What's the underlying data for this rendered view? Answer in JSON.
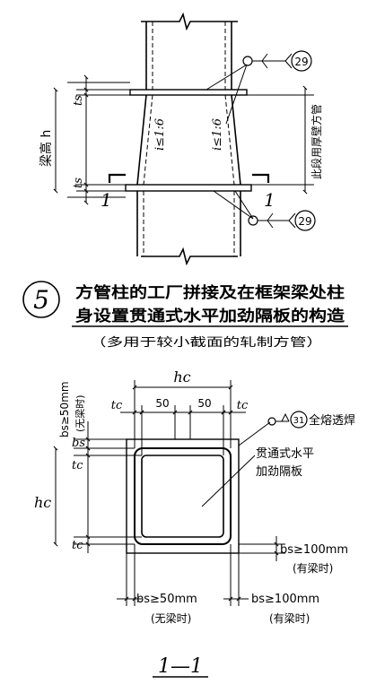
{
  "top_detail": {
    "beam_height_label": "梁高 h",
    "ts_top": "ts",
    "ts_bottom": "ts",
    "slope_left": "i≤1:6",
    "slope_right": "i≤1:6",
    "side_note": "此段用厚壁方管",
    "section_mark_left": "1",
    "section_mark_right": "1",
    "weld_ref_top": "29",
    "weld_ref_bottom": "29"
  },
  "title_block": {
    "number": "5",
    "line1": "方管柱的工厂拼接及在框架梁处柱",
    "line2": "身设置贯通式水平加劲隔板的构造",
    "line3": "（多用于较小截面的轧制方管）"
  },
  "section_detail": {
    "hc_top": "hc",
    "tc_left": "tc",
    "tc_right": "tc",
    "dim_50_left": "50",
    "dim_50_right": "50",
    "bs_top_main": "bs≥50mm",
    "bs_top_note": "(无梁时)",
    "bs_top_short": "bs",
    "tc_side_top": "tc",
    "hc_side": "hc",
    "tc_side_bottom": "tc",
    "weld_ref": "31",
    "weld_note": "全熔透焊",
    "plate_line1": "贯通式水平",
    "plate_line2": "加劲隔板",
    "bs_right_main": "bs≥100mm",
    "bs_right_note": "(有梁时)",
    "bs_bottom_left_main": "bs≥50mm",
    "bs_bottom_left_note": "(无梁时)",
    "bs_bottom_right_main": "bs≥100mm",
    "bs_bottom_right_note": "(有梁时)",
    "section_label": "1—1"
  }
}
